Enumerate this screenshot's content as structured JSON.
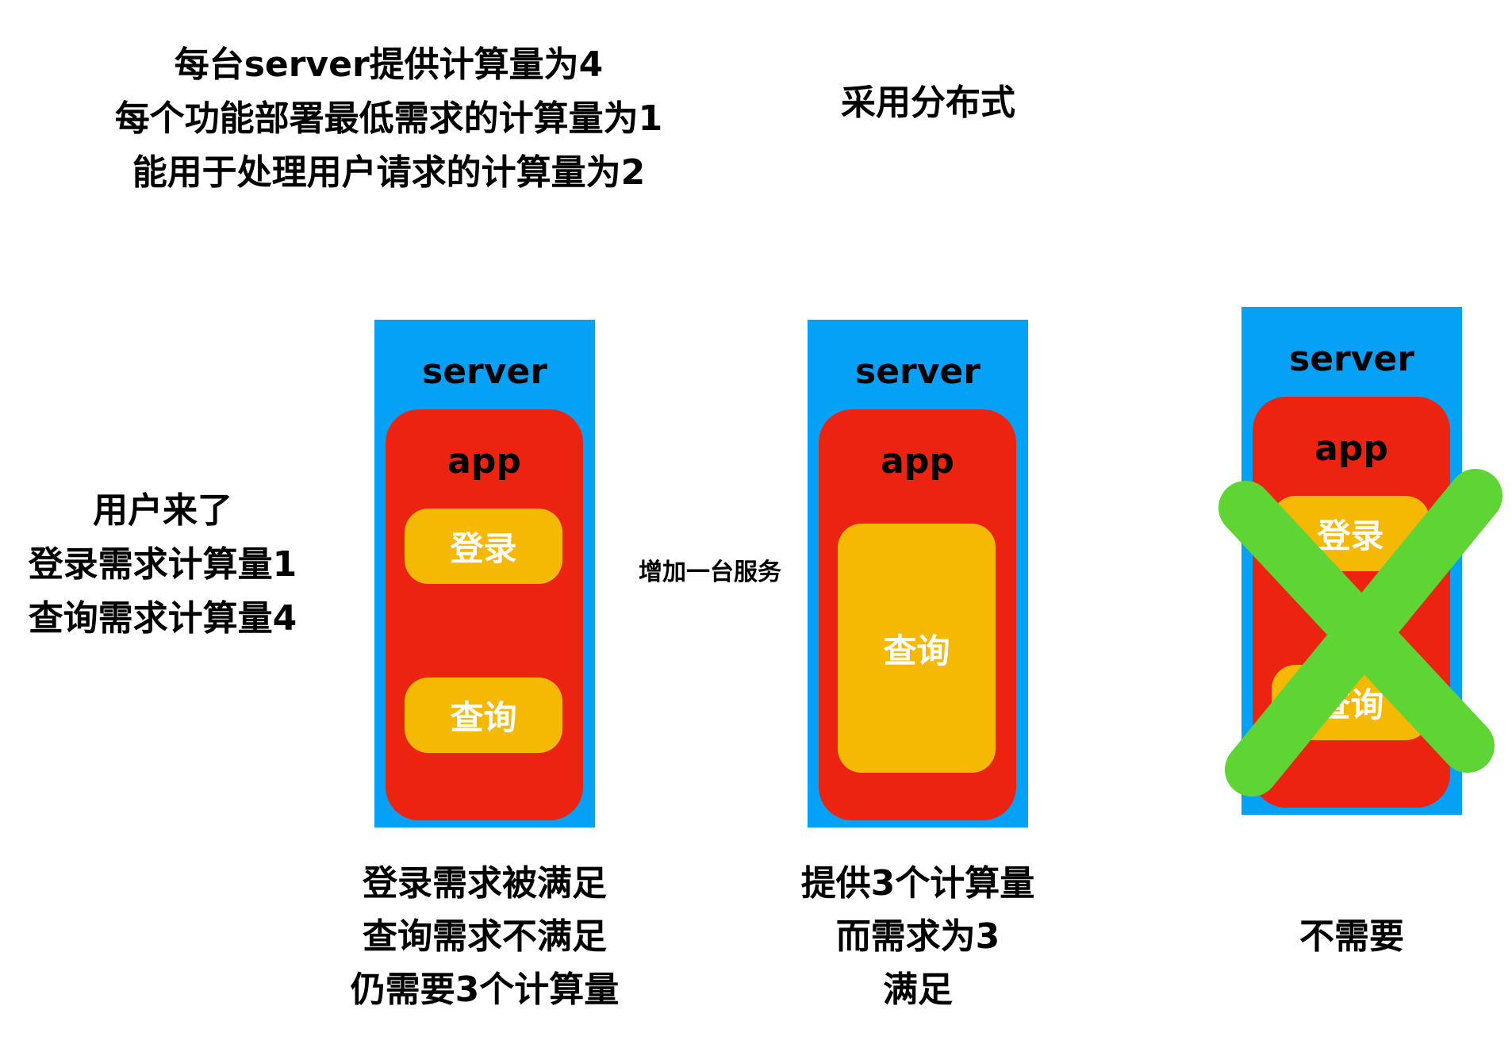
{
  "intro": {
    "lines": [
      "每台server提供计算量为4",
      "每个功能部署最低需求的计算量为1",
      "能用于处理用户请求的计算量为2"
    ]
  },
  "mode_label": "采用分布式",
  "user_request": {
    "lines": [
      "用户来了",
      "登录需求计算量1",
      "查询需求计算量4"
    ]
  },
  "add_service_label": "增加一台服务",
  "servers": [
    {
      "label": "server",
      "app_label": "app",
      "functions": [
        "登录",
        "查询"
      ],
      "caption": [
        "登录需求被满足",
        "查询需求不满足",
        "仍需要3个计算量"
      ]
    },
    {
      "label": "server",
      "app_label": "app",
      "functions": [
        "查询"
      ],
      "caption": [
        "提供3个计算量",
        "而需求为3",
        "满足"
      ]
    },
    {
      "label": "server",
      "app_label": "app",
      "functions": [
        "登录",
        "查询"
      ],
      "crossed_out": true,
      "caption": [
        "不需要"
      ]
    }
  ],
  "colors": {
    "server": "#05a1f7",
    "app": "#ed2311",
    "function": "#f5b803",
    "cross": "#5fd435"
  }
}
